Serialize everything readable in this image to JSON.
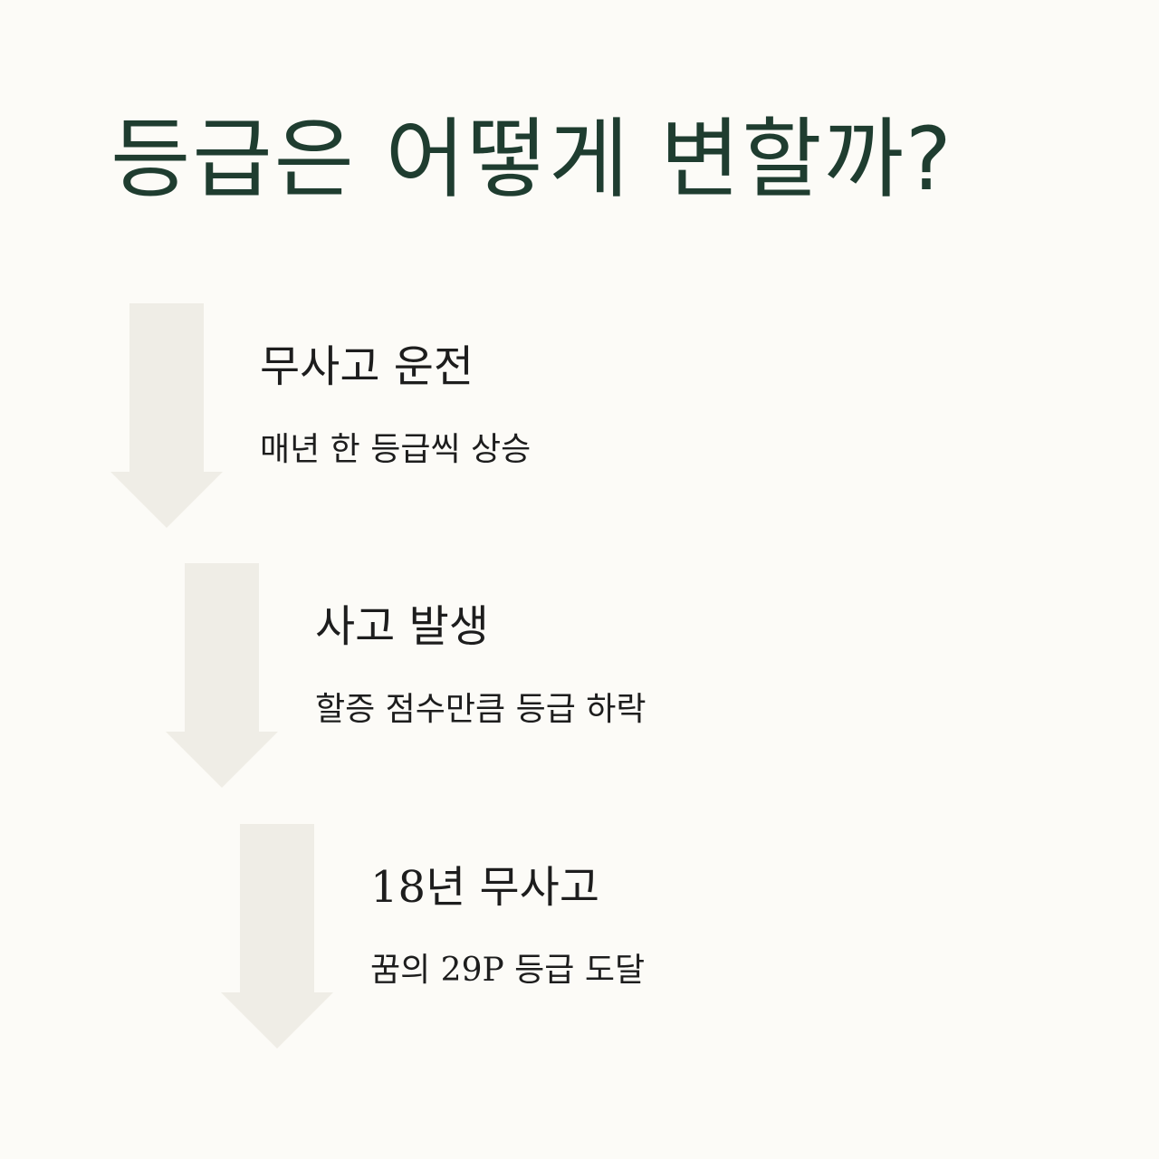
{
  "title": "등급은 어떻게 변할까?",
  "colors": {
    "background": "#fcfbf7",
    "title": "#1f3d30",
    "text": "#1d1d1d",
    "arrow": "#efede6"
  },
  "steps": [
    {
      "icon": "down-arrow-icon",
      "heading": "무사고 운전",
      "description": "매년 한 등급씩 상승"
    },
    {
      "icon": "down-arrow-icon",
      "heading": "사고 발생",
      "description": "할증 점수만큼 등급 하락"
    },
    {
      "icon": "down-arrow-icon",
      "heading": "18년 무사고",
      "description": "꿈의 29P 등급 도달"
    }
  ]
}
